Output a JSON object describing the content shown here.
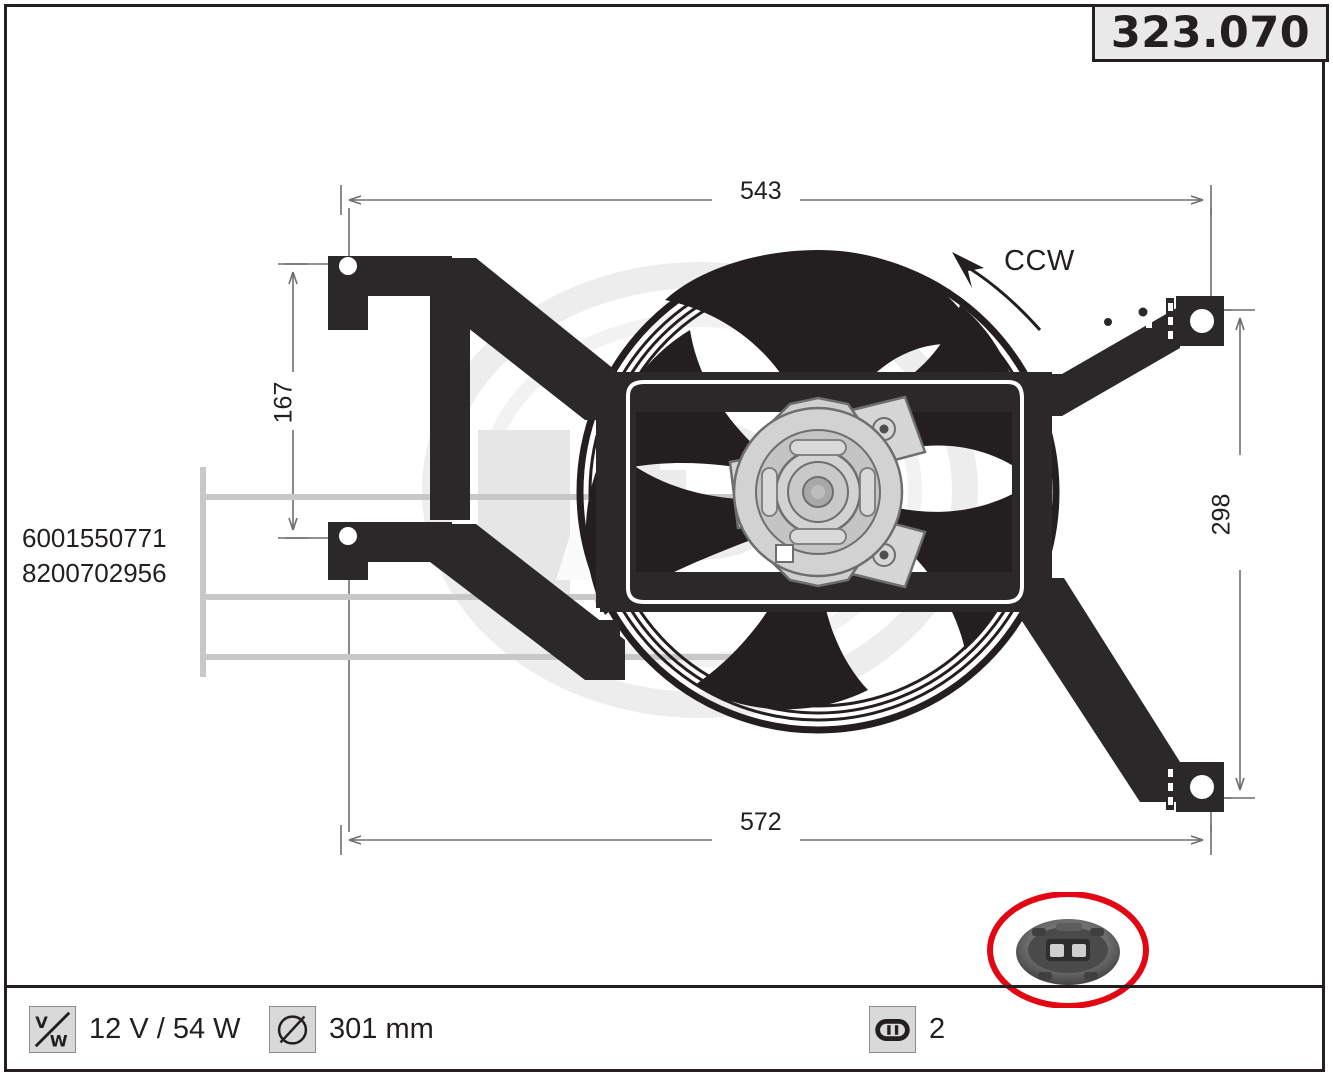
{
  "part_number": "323.070",
  "rotation_label": "CCW",
  "dimensions": {
    "top_width": "543",
    "bottom_width": "572",
    "left_height": "167",
    "right_height": "298"
  },
  "oem_numbers": [
    "6001550771",
    "8200702956"
  ],
  "specs": [
    {
      "icon": "voltage-wattage-icon",
      "value": "12 V / 54 W"
    },
    {
      "icon": "diameter-icon",
      "value": "301 mm"
    },
    {
      "icon": "connector-pins-icon",
      "value": "2"
    }
  ],
  "colors": {
    "ink": "#231f20",
    "badge_fill": "#e9e9e9",
    "highlight_ring": "#e30613",
    "watermark": "#e8e8e8",
    "leader_line": "#c8c8c8",
    "hub_light": "#d6d6d6",
    "hub_mid": "#bdbdbd"
  },
  "product": {
    "type": "radiator-cooling-fan-assembly",
    "blade_count": 7,
    "mount_points": 4
  }
}
